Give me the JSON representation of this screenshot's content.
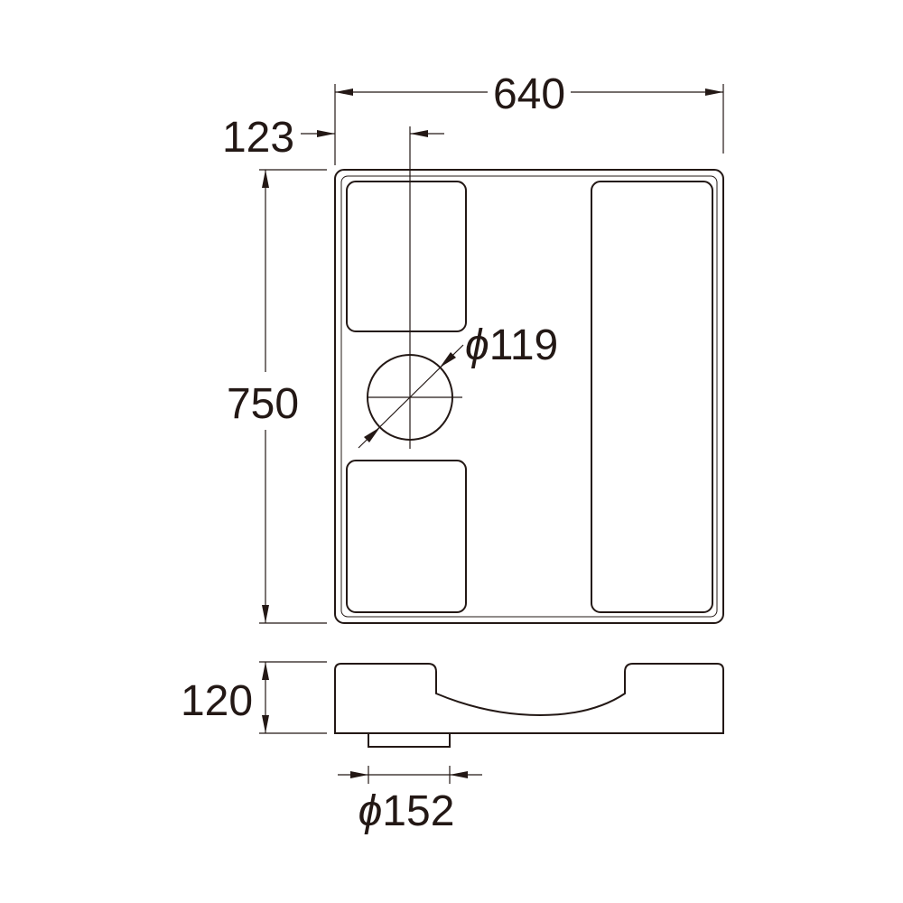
{
  "dimensions": {
    "width": "640",
    "offset": "123",
    "height": "750",
    "depth": "120",
    "drain_hole_diameter": "119",
    "outlet_diameter": "152"
  },
  "symbols": {
    "diameter": "ϕ"
  }
}
